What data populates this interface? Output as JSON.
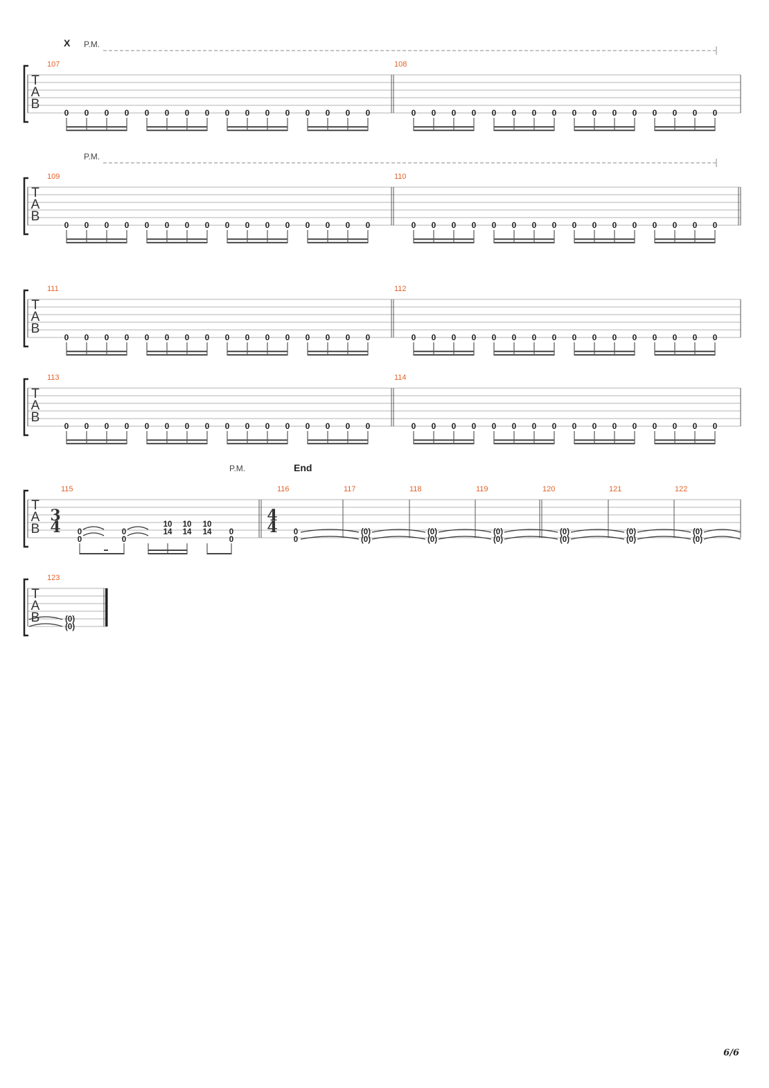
{
  "page": {
    "number": "6/6"
  },
  "tab_clef": [
    "T",
    "A",
    "B"
  ],
  "section_marks": {
    "x": "X",
    "end": "End"
  },
  "palm_mute": "P.M.",
  "systems": [
    {
      "measures": [
        "107",
        "108"
      ],
      "frets": "0",
      "palm_mute": true
    },
    {
      "measures": [
        "109",
        "110"
      ],
      "frets": "0",
      "palm_mute": true
    },
    {
      "measures": [
        "111",
        "112"
      ],
      "frets": "0",
      "palm_mute": false
    },
    {
      "measures": [
        "113",
        "114"
      ],
      "frets": "0",
      "palm_mute": false
    }
  ],
  "measure_115": {
    "number": "115",
    "time_signature": [
      "3",
      "4"
    ],
    "chords": [
      [
        "0",
        "0"
      ],
      [
        "0",
        "0"
      ],
      [
        "10",
        "14"
      ],
      [
        "10",
        "14"
      ],
      [
        "10",
        "14"
      ],
      [
        "0",
        "0"
      ]
    ]
  },
  "measures_tied": [
    "116",
    "117",
    "118",
    "119",
    "120",
    "121",
    "122"
  ],
  "time_signature_116": [
    "4",
    "4"
  ],
  "tied_chord": [
    "0",
    "0"
  ],
  "ghost_chord": [
    "(0)",
    "(0)"
  ],
  "measure_123": {
    "number": "123",
    "frets": [
      "(0)",
      "(0)"
    ]
  }
}
